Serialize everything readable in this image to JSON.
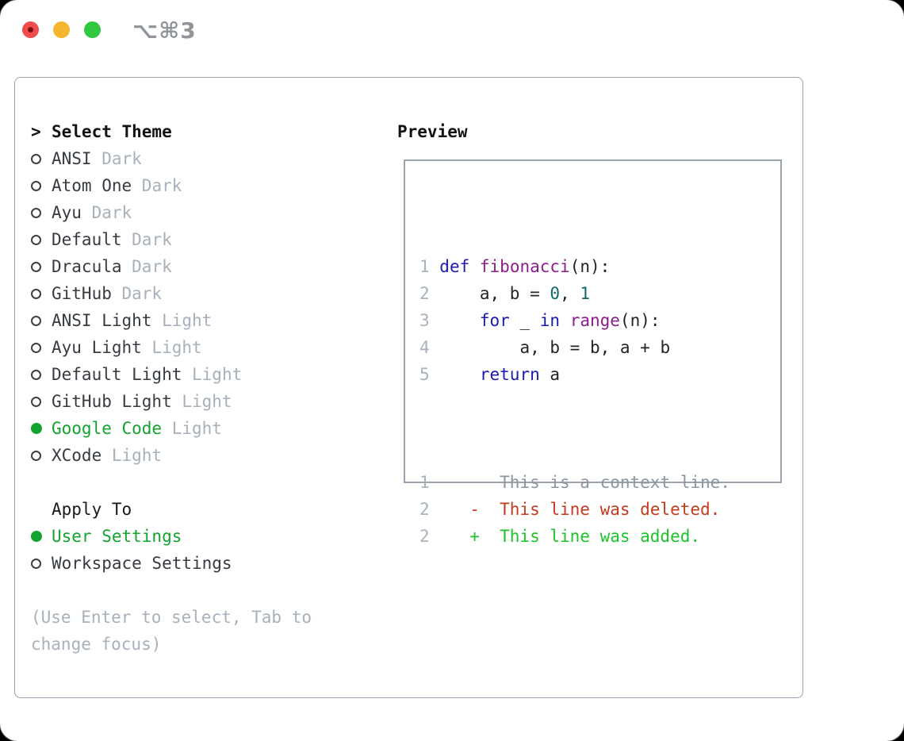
{
  "window": {
    "title": "⌥⌘3",
    "controls": [
      {
        "name": "close",
        "color": "#ef4d4d"
      },
      {
        "name": "minimize",
        "color": "#f5b52f"
      },
      {
        "name": "zoom",
        "color": "#2fc83e"
      }
    ]
  },
  "colors": {
    "accent_green": "#12a42e",
    "muted_gray": "#a7b1bb",
    "text_dark": "#363b42",
    "panel_border": "#9aa3ae",
    "diff_red": "#c43a1d",
    "diff_green": "#1ec32c",
    "code_keyword_blue": "#1b1bb3",
    "code_function_purple": "#8d1d8d",
    "code_literal_teal": "#0d6a69"
  },
  "theme_picker": {
    "prompt": ">",
    "title": "Select Theme",
    "themes": [
      {
        "name": "ANSI",
        "variant": "Dark",
        "selected": false
      },
      {
        "name": "Atom One",
        "variant": "Dark",
        "selected": false
      },
      {
        "name": "Ayu",
        "variant": "Dark",
        "selected": false
      },
      {
        "name": "Default",
        "variant": "Dark",
        "selected": false
      },
      {
        "name": "Dracula",
        "variant": "Dark",
        "selected": false
      },
      {
        "name": "GitHub",
        "variant": "Dark",
        "selected": false
      },
      {
        "name": "ANSI Light",
        "variant": "Light",
        "selected": false
      },
      {
        "name": "Ayu Light",
        "variant": "Light",
        "selected": false
      },
      {
        "name": "Default Light",
        "variant": "Light",
        "selected": false
      },
      {
        "name": "GitHub Light",
        "variant": "Light",
        "selected": false
      },
      {
        "name": "Google Code",
        "variant": "Light",
        "selected": true
      },
      {
        "name": "XCode",
        "variant": "Light",
        "selected": false
      }
    ],
    "apply_to": {
      "title": "Apply To",
      "options": [
        {
          "name": "User Settings",
          "selected": true
        },
        {
          "name": "Workspace Settings",
          "selected": false
        }
      ]
    },
    "hint": "(Use Enter to select, Tab to change focus)"
  },
  "preview": {
    "title": "Preview",
    "code_lines": [
      {
        "num": "1",
        "tokens": [
          [
            "def",
            "kw"
          ],
          [
            " ",
            "pl"
          ],
          [
            "fibonacci",
            "fn"
          ],
          [
            "(n):",
            "pl"
          ]
        ]
      },
      {
        "num": "2",
        "tokens": [
          [
            "    a, b = ",
            "pl"
          ],
          [
            "0",
            "lit"
          ],
          [
            ", ",
            "pl"
          ],
          [
            "1",
            "lit"
          ]
        ]
      },
      {
        "num": "3",
        "tokens": [
          [
            "    ",
            "pl"
          ],
          [
            "for",
            "kw"
          ],
          [
            " _ ",
            "pl"
          ],
          [
            "in",
            "kw"
          ],
          [
            " ",
            "pl"
          ],
          [
            "range",
            "fn"
          ],
          [
            "(n):",
            "pl"
          ]
        ]
      },
      {
        "num": "4",
        "tokens": [
          [
            "        a, b = b, a + b",
            "pl"
          ]
        ]
      },
      {
        "num": "5",
        "tokens": [
          [
            "    ",
            "pl"
          ],
          [
            "return",
            "kw"
          ],
          [
            " a",
            "pl"
          ]
        ]
      }
    ],
    "diff_lines": [
      {
        "num": "1",
        "type": "context",
        "marker": "",
        "text": "This is a context line."
      },
      {
        "num": "2",
        "type": "deleted",
        "marker": "-",
        "text": "This line was deleted."
      },
      {
        "num": "2",
        "type": "added",
        "marker": "+",
        "text": "This line was added."
      }
    ]
  }
}
